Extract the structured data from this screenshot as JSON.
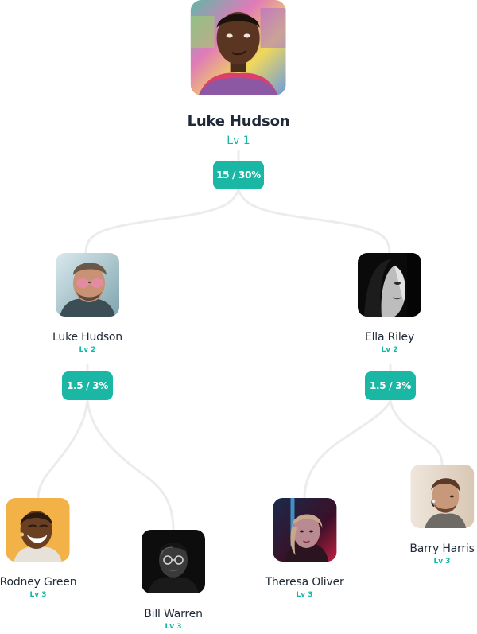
{
  "root": {
    "name": "Luke Hudson",
    "level": "Lv 1",
    "badge": "15 / 30%"
  },
  "children": [
    {
      "name": "Luke Hudson",
      "level": "Lv 2",
      "badge": "1.5 / 3%",
      "children": [
        {
          "name": "Rodney Green",
          "level": "Lv 3"
        },
        {
          "name": "Bill Warren",
          "level": "Lv 3"
        }
      ]
    },
    {
      "name": "Ella Riley",
      "level": "Lv 2",
      "badge": "1.5 / 3%",
      "children": [
        {
          "name": "Theresa Oliver",
          "level": "Lv 3"
        },
        {
          "name": "Barry Harris",
          "level": "Lv 3"
        }
      ]
    }
  ],
  "colors": {
    "accent": "#1ab7a4",
    "level_text": "#14b8a6",
    "connector": "#ececec",
    "name_text": "#1f2937"
  }
}
